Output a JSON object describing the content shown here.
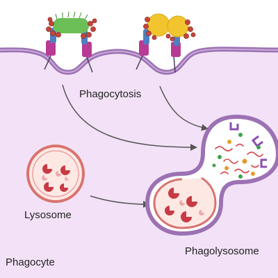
{
  "labels": {
    "phagocytosis": "Phagocytosis",
    "lysosome": "Lysosome",
    "phagolysosome": "Phagolysosome",
    "phagocyte": "Phagocyte"
  },
  "colors": {
    "cytoplasm": "#f3e2f7",
    "membrane": "#9c72b4",
    "receptor_blue": "#4f7fc1",
    "receptor_magenta": "#b83a94",
    "bacterium": "#6cbf57",
    "antigen_particle": "#f2c42e",
    "opsonin": "#c8453a",
    "lysosome_wall": "#d9736f",
    "enzyme_red": "#c83a44",
    "debris_orange": "#e89a2a",
    "debris_green": "#3fa34d",
    "arrow": "#555555"
  },
  "icons": [
    "bacterium-icon",
    "antigen-particle-icon",
    "receptor-icon",
    "enzyme-icon",
    "arrow-icon"
  ]
}
